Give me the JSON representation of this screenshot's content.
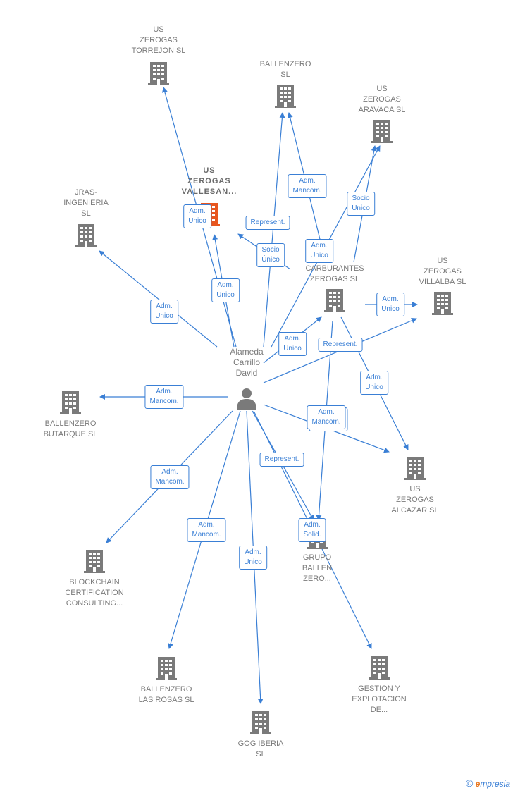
{
  "colors": {
    "edge": "#3a7fd5",
    "building": "#7a7a7a",
    "highlight": "#e8561f"
  },
  "person": {
    "label": "Alameda\nCarrillo\nDavid",
    "icon": "person-icon"
  },
  "companies": [
    {
      "id": "torrejon",
      "label": "US\nZEROGAS\nTORREJON  SL",
      "icon": "building-icon"
    },
    {
      "id": "ballenzero",
      "label": "BALLENZERO\nSL",
      "icon": "building-icon"
    },
    {
      "id": "aravaca",
      "label": "US\nZEROGAS\nARAVACA  SL",
      "icon": "building-icon"
    },
    {
      "id": "vallesan",
      "label": "US\nZEROGAS\nVALLESAN...",
      "icon": "building-icon-highlight"
    },
    {
      "id": "jras",
      "label": "JRAS-\nINGENIERIA\nSL",
      "icon": "building-icon"
    },
    {
      "id": "carburantes",
      "label": "CARBURANTES\nZEROGAS  SL",
      "icon": "building-icon"
    },
    {
      "id": "villalba",
      "label": "US\nZEROGAS\nVILLALBA  SL",
      "icon": "building-icon"
    },
    {
      "id": "butarque",
      "label": "BALLENZERO\nBUTARQUE  SL",
      "icon": "building-icon"
    },
    {
      "id": "alcazar",
      "label": "US\nZEROGAS\nALCAZAR  SL",
      "icon": "building-icon"
    },
    {
      "id": "blockchain",
      "label": "BLOCKCHAIN\nCERTIFICATION\nCONSULTING...",
      "icon": "building-icon"
    },
    {
      "id": "grupo",
      "label": "GRUPO\nBALLEN\nZERO...",
      "icon": "building-icon"
    },
    {
      "id": "lasrosas",
      "label": "BALLENZERO\nLAS ROSAS  SL",
      "icon": "building-icon"
    },
    {
      "id": "gestion",
      "label": "GESTION Y\nEXPLOTACION\nDE...",
      "icon": "building-icon"
    },
    {
      "id": "gog",
      "label": "GOG IBERIA\nSL",
      "icon": "building-icon"
    }
  ],
  "relations": [
    {
      "id": "r1",
      "label": "Adm.\nUnico"
    },
    {
      "id": "r2",
      "label": "Adm.\nMancom."
    },
    {
      "id": "r3",
      "label": "Represent."
    },
    {
      "id": "r4",
      "label": "Socio\nÚnico"
    },
    {
      "id": "r5",
      "label": "Socio\nÚnico"
    },
    {
      "id": "r6",
      "label": "Adm.\nUnico"
    },
    {
      "id": "r7",
      "label": "Adm.\nUnico"
    },
    {
      "id": "r8",
      "label": "Adm.\nUnico"
    },
    {
      "id": "r9",
      "label": "Adm.\nUnico"
    },
    {
      "id": "r10",
      "label": "Adm.\nUnico"
    },
    {
      "id": "r11",
      "label": "Represent."
    },
    {
      "id": "r12",
      "label": "Adm.\nUnico"
    },
    {
      "id": "r13",
      "label": "Adm.\nMancom."
    },
    {
      "id": "r14",
      "label": "Adm.\nMancom."
    },
    {
      "id": "r15",
      "label": "Represent."
    },
    {
      "id": "r16",
      "label": "Adm.\nMancom."
    },
    {
      "id": "r17",
      "label": "Adm.\nMancom."
    },
    {
      "id": "r18",
      "label": "Adm.\nSolid."
    },
    {
      "id": "r19",
      "label": "Adm.\nUnico"
    }
  ],
  "footer": {
    "copyright": "©",
    "brand_initial": "e",
    "brand_rest": "mpresia"
  }
}
